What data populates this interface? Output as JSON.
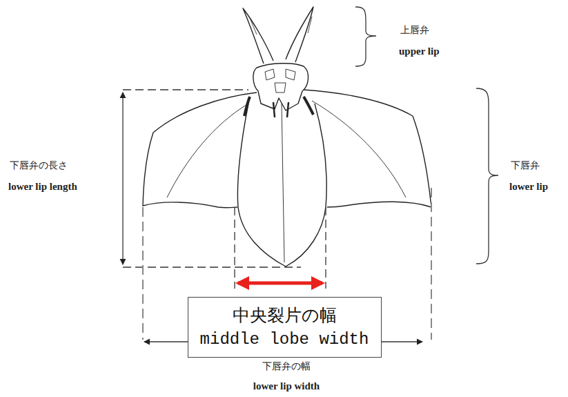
{
  "diagram": {
    "nodes": [
      {
        "text": [
          "中央裂片の幅",
          "middle lobe width"
        ]
      }
    ],
    "labels": [
      "上唇弁",
      "upper lip",
      "下唇弁の長さ",
      "lower lip length",
      "下唇弁",
      "lower lip",
      "下唇弁の幅",
      "lower lip width"
    ]
  }
}
